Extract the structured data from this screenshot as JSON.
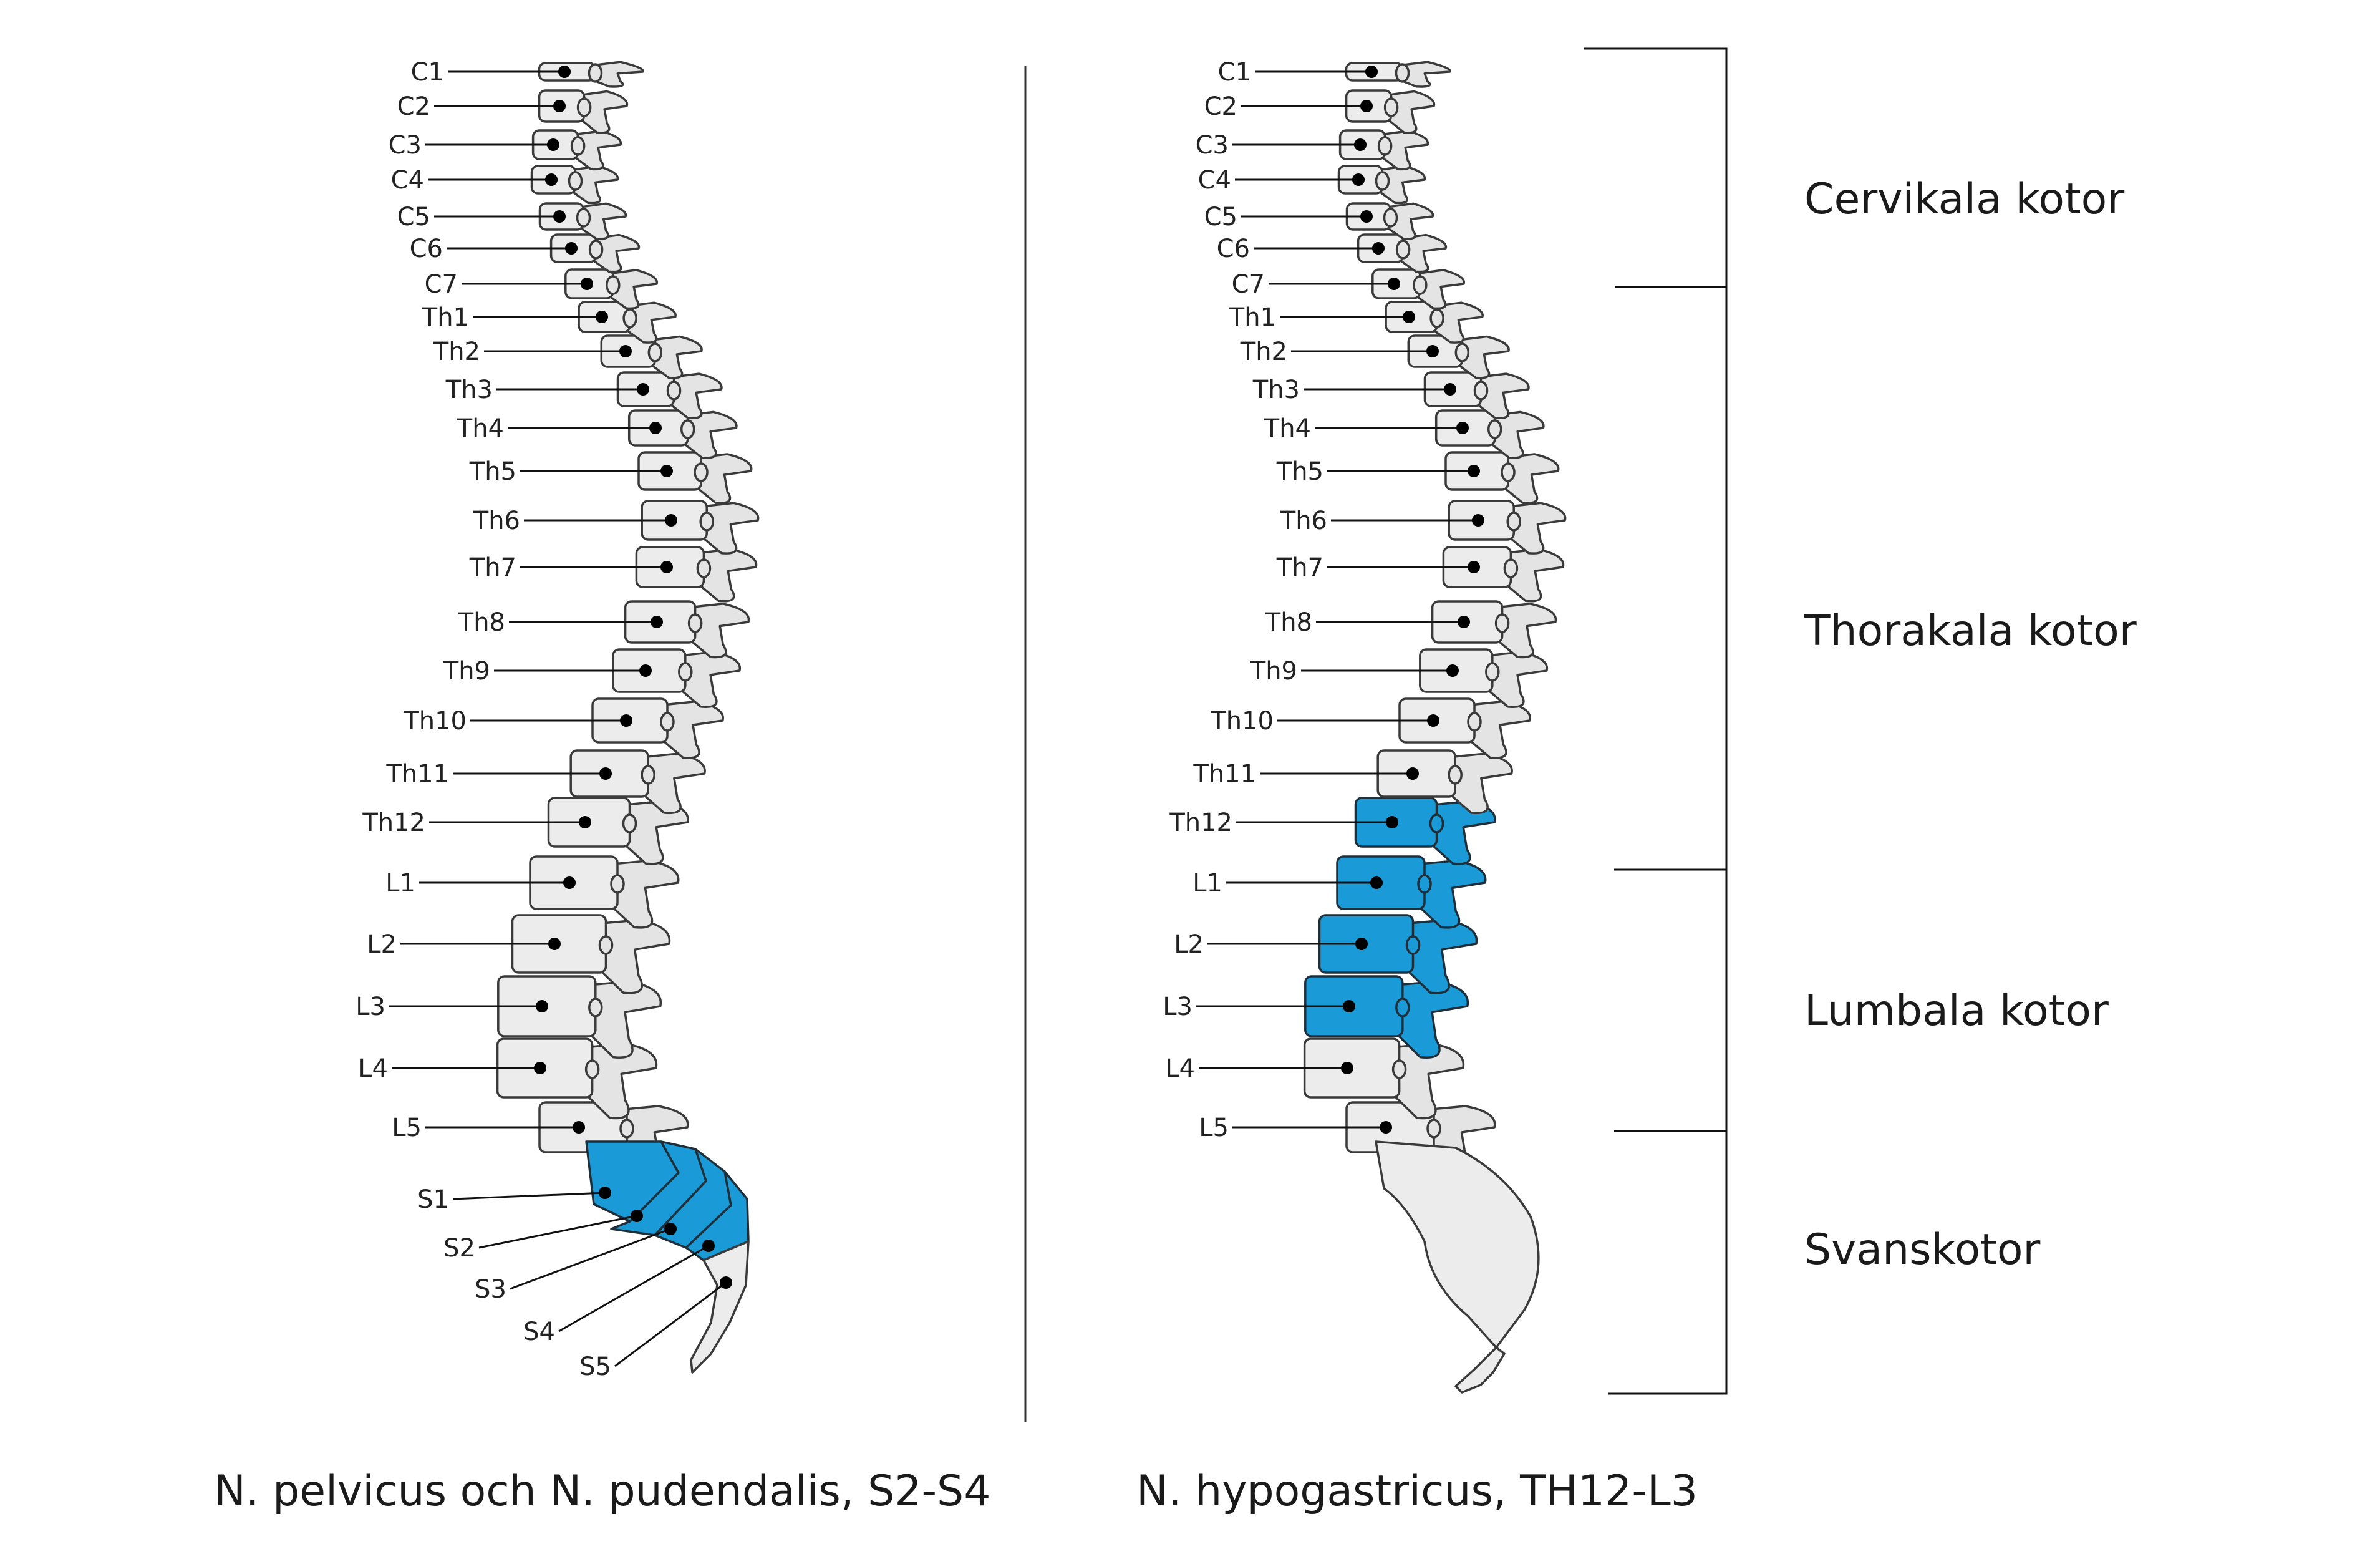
{
  "colors": {
    "highlight": "#1a9ad6",
    "bone": "#ececec",
    "outline": "#3a3a3a",
    "text": "#1a1a1a"
  },
  "left_spine": {
    "caption": "N. pelvicus och N. pudendalis, S2-S4",
    "highlighted": [
      "S1",
      "S2",
      "S3",
      "S4"
    ],
    "labels": [
      "C1",
      "C2",
      "C3",
      "C4",
      "C5",
      "C6",
      "C7",
      "Th1",
      "Th2",
      "Th3",
      "Th4",
      "Th5",
      "Th6",
      "Th7",
      "Th8",
      "Th9",
      "Th10",
      "Th11",
      "Th12",
      "L1",
      "L2",
      "L3",
      "L4",
      "L5",
      "S1",
      "S2",
      "S3",
      "S4",
      "S5"
    ]
  },
  "right_spine": {
    "caption": "N. hypogastricus, TH12-L3",
    "highlighted": [
      "Th12",
      "L1",
      "L2",
      "L3"
    ],
    "labels": [
      "C1",
      "C2",
      "C3",
      "C4",
      "C5",
      "C6",
      "C7",
      "Th1",
      "Th2",
      "Th3",
      "Th4",
      "Th5",
      "Th6",
      "Th7",
      "Th8",
      "Th9",
      "Th10",
      "Th11",
      "Th12",
      "L1",
      "L2",
      "L3",
      "L4",
      "L5"
    ]
  },
  "regions": [
    "Cervikala kotor",
    "Thorakala kotor",
    "Lumbala kotor",
    "Svanskotor"
  ]
}
